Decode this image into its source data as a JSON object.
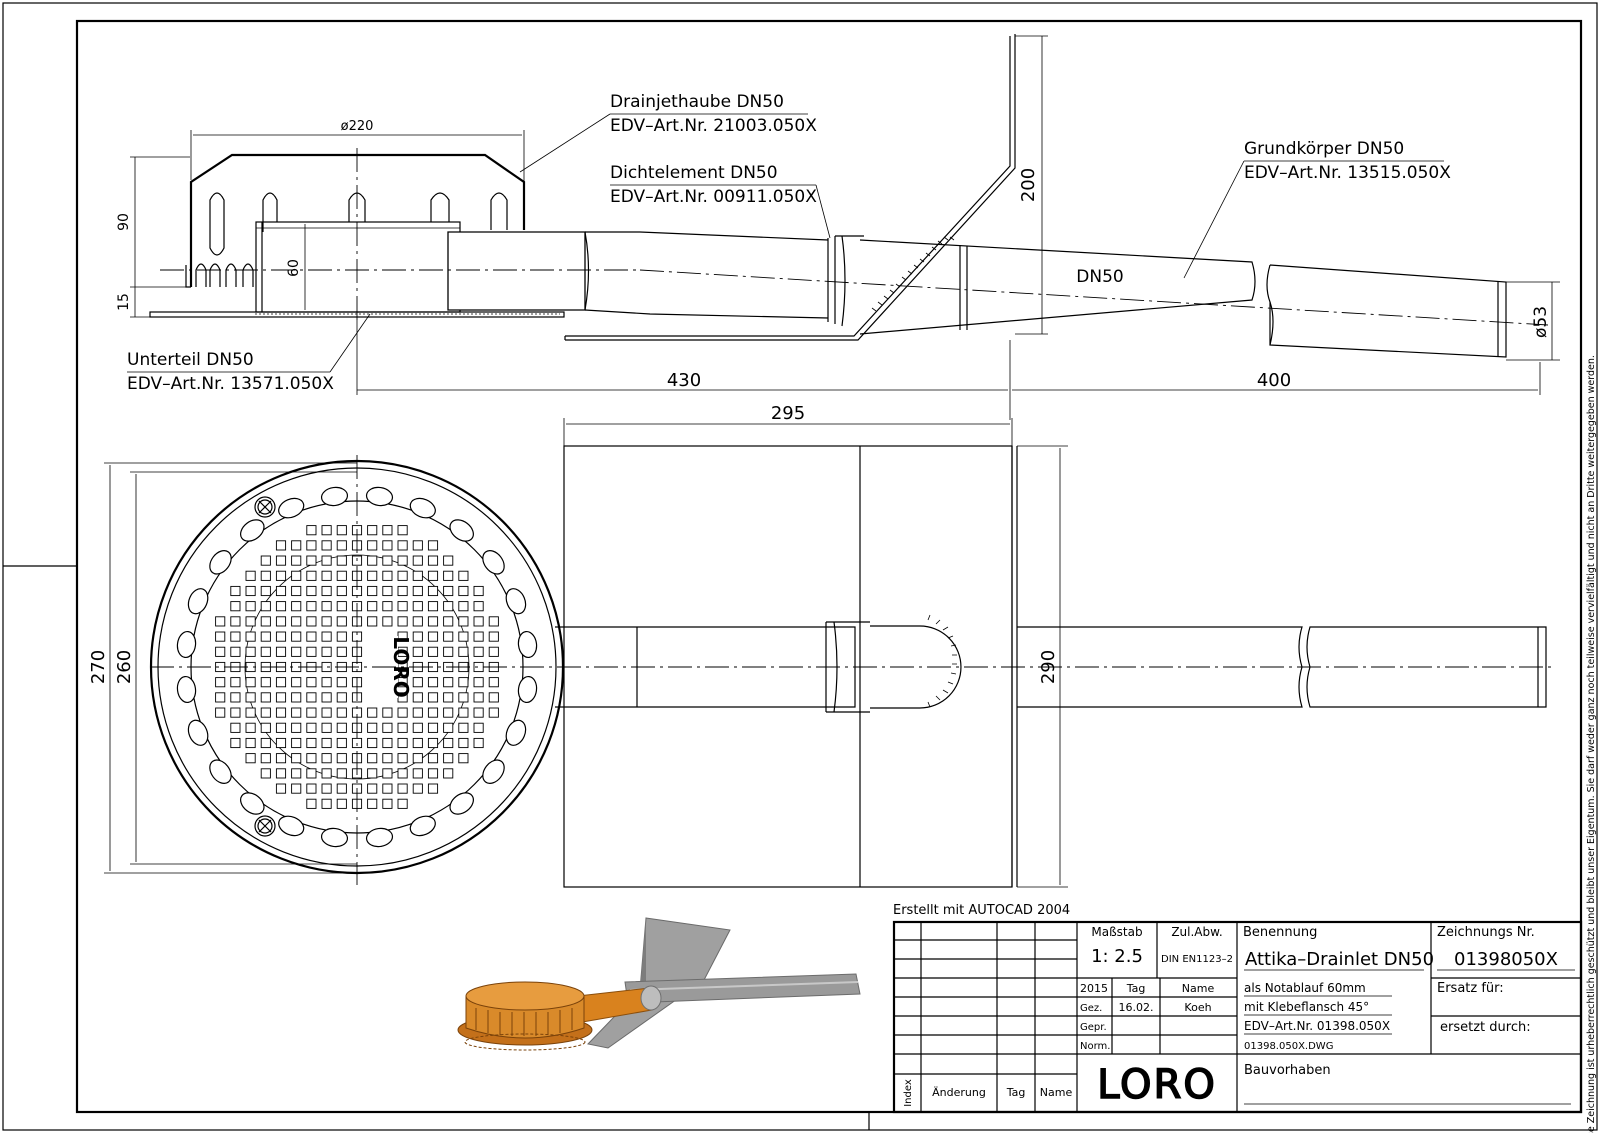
{
  "side_view": {
    "drainjethaube": {
      "name": "Drainjethaube DN50",
      "article": "EDV–Art.Nr. 21003.050X"
    },
    "dichtelement": {
      "name": "Dichtelement DN50",
      "article": "EDV–Art.Nr. 00911.050X"
    },
    "grundkoerper": {
      "name": "Grundkörper DN50",
      "article": "EDV–Art.Nr. 13515.050X"
    },
    "unterteil": {
      "name": "Unterteil DN50",
      "article": "EDV–Art.Nr. 13571.050X"
    },
    "pipe_label": "DN50",
    "dims": {
      "d220": "ø220",
      "h90": "90",
      "h15": "15",
      "h60": "60",
      "h200": "200",
      "d53": "ø53",
      "l430": "430",
      "l400": "400"
    }
  },
  "top_view": {
    "dims": {
      "l295": "295",
      "d270": "270",
      "d260": "260",
      "h290": "290"
    },
    "grate_logo": "LORO"
  },
  "autocad_note": "Erstellt mit AUTOCAD 2004",
  "title_block": {
    "massstab_label": "Maßstab",
    "massstab_value": "1: 2.5",
    "zul_abw_label": "Zul.Abw.",
    "zul_abw_value": "DIN EN1123–2",
    "benennung_label": "Benennung",
    "benennung_value": "Attika–Drainlet DN50",
    "zeichnungs_nr_label": "Zeichnungs Nr.",
    "zeichnungs_nr_value": "01398050X",
    "year": "2015",
    "tag_label": "Tag",
    "name_label": "Name",
    "gez_label": "Gez.",
    "gez_tag": "16.02.",
    "gez_name": "Koeh",
    "gepr_label": "Gepr.",
    "norm_label": "Norm.",
    "desc1": "als Notablauf 60mm",
    "desc2": "mit Klebeflansch 45°",
    "desc3": "EDV–Art.Nr. 01398.050X",
    "desc4": "01398.050X.DWG",
    "ersatz_fuer": "Ersatz für:",
    "ersetzt_durch": "ersetzt durch:",
    "bauvorhaben": "Bauvorhaben",
    "index_label": "Index",
    "aenderung_label": "Änderung",
    "rev_tag_label": "Tag",
    "rev_name_label": "Name",
    "logo": "LORO"
  },
  "copyright_note": "Diese Zeichnung ist urheberrechtlich geschützt und bleibt unser Eigentum. Sie darf weder ganz noch teilweise vervielfältigt und nicht an Dritte weitergegeben werden.",
  "colors": {
    "line": "#000000",
    "paper": "#ffffff",
    "render_orange": "#d9821e",
    "render_steel": "#9a9a9a"
  }
}
